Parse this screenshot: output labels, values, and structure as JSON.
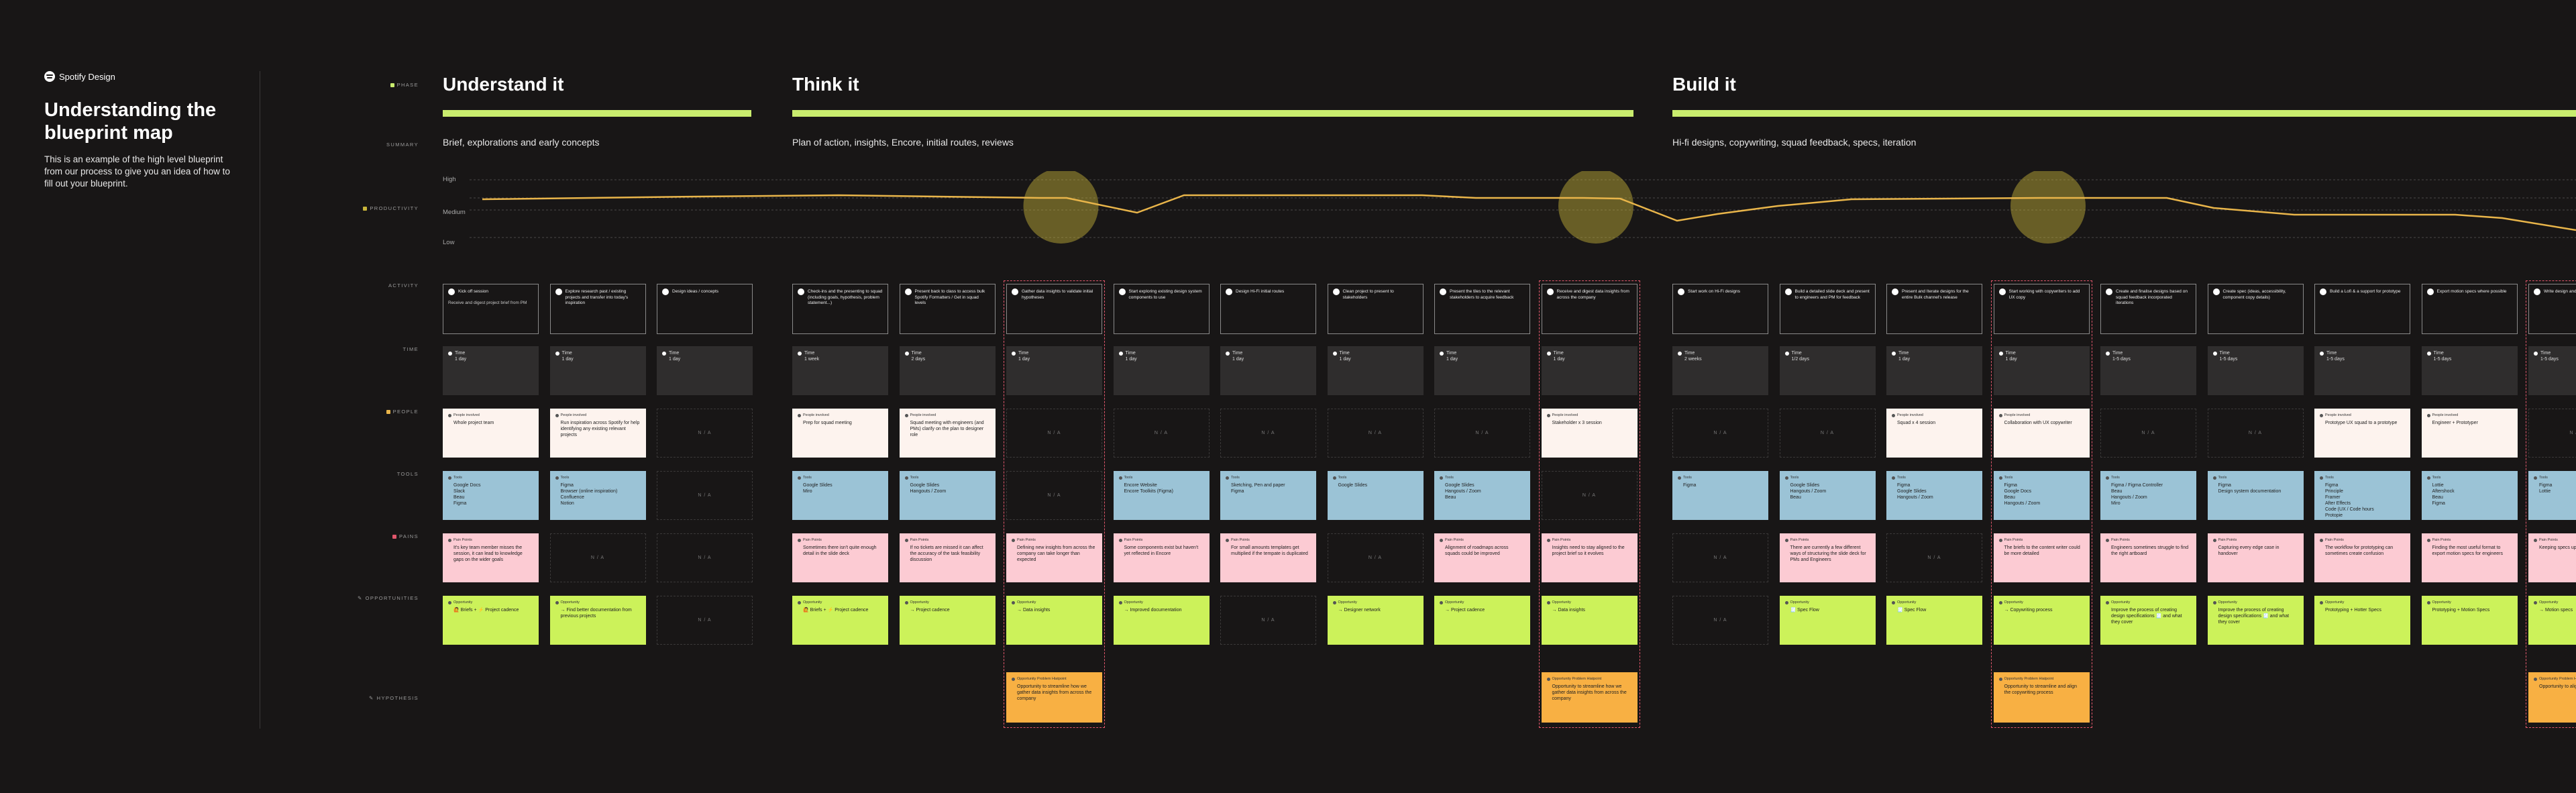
{
  "sidebar": {
    "brand": "Spotify Design",
    "title": "Understanding the blueprint map",
    "intro": "This is an example of the high level blueprint from our process to give you an idea of how to fill out your blueprint."
  },
  "row_labels": {
    "phase": "Phase",
    "summary": "Summary",
    "productivity": "Productivity",
    "activity": "Activity",
    "time": "Time",
    "people": "People",
    "tools": "Tools",
    "pains": "Pains",
    "opportunities": "Opportunities",
    "hypothesis": "Hypothesis"
  },
  "phases": [
    {
      "title": "Understand it",
      "summary": "Brief, explorations and early concepts"
    },
    {
      "title": "Think it",
      "summary": "Plan of action, insights, Encore, initial routes, reviews"
    },
    {
      "title": "Build it",
      "summary": "Hi-fi designs, copywriting, squad feedback, specs, iteration"
    }
  ],
  "chart": {
    "levels": [
      "High",
      "Medium",
      "Low"
    ],
    "line_color": "#e9b54a",
    "dip_color": "#c9b53a"
  },
  "card_keys": {
    "time": "Time",
    "people": "People involved",
    "tools": "Tools",
    "pains": "Pain Points",
    "opps": "Opportunity",
    "hyp": "Opportunity Problem Hiatpoint"
  },
  "na_text": "N / A",
  "columns": [
    {
      "activity": "Kick off session",
      "activity_sub": "Receive and digest project brief from PM",
      "time": "1 day",
      "people": "Whole project team",
      "tools": "Google Docs\nSlack\nBeau\nFigma",
      "pains": "It's key team member misses the session, it can lead to knowledge gaps on the wider goals",
      "opps": "🙋 Briefs + ⚡ Project cadence"
    },
    {
      "activity": "Explore research past / existing projects and transfer into today's inspiration",
      "time": "1 day",
      "people": "Run inspiration across Spotify for help identifying any existing relevant projects",
      "tools": "Figma\nBrowser (online inspiration)\nConfluence\nNotion",
      "pains": null,
      "opps": "→ Find better documentation from previous projects"
    },
    {
      "activity": "Design ideas / concepts",
      "time": "1 day",
      "people": null,
      "tools": null,
      "pains": null,
      "opps": null
    },
    {
      "activity": "Check-ins and the presenting to squad (including goals, hypothesis, problem statement...)",
      "time": "1 week",
      "people": "Prep for squad meeting",
      "tools": "Google Slides\nMiro",
      "pains": "Sometimes there isn't quite enough detail in the slide deck",
      "opps": "🙋 Briefs + ⚡ Project cadence"
    },
    {
      "activity": "Present back to class to access bulk Spotify Formatters / Get in squad levels",
      "time": "2 days",
      "people": "Squad meeting with engineers (and PMs) clarify on the plan to designer role",
      "tools": "Google Slides\nHangouts / Zoom",
      "pains": "If no tickets are missed it can affect the accuracy of the task feasibility discussion",
      "opps": "→ Project cadence"
    },
    {
      "activity": "Gather data insights to validate initial hypotheses",
      "time": "1 day",
      "people": null,
      "tools": null,
      "pains": "Defining new insights from across the company can take longer than expected",
      "opps": "→ Data insights",
      "hyp": "Opportunity to streamline how we gather data insights from across the company"
    },
    {
      "activity": "Start exploring existing design system components to use",
      "time": "1 day",
      "people": null,
      "tools": "Encore Website\nEncore Toolkits (Figma)",
      "pains": "Some components exist but haven't yet reflected in Encore",
      "opps": "→ Improved documentation"
    },
    {
      "activity": "Design Hi-Fi initial routes",
      "time": "1 day",
      "people": null,
      "tools": "Sketching, Pen and paper\nFigma",
      "pains": "For small amounts templates get multiplied if the tempate is duplicated",
      "opps": null
    },
    {
      "activity": "Clean project to present to stakeholders",
      "time": "1 day",
      "people": null,
      "tools": "Google Slides",
      "pains": null,
      "opps": "→ Designer network"
    },
    {
      "activity": "Present the tiles to the relevant stakeholders to acquire feedback",
      "time": "1 day",
      "people": null,
      "tools": "Google Slides\nHangouts / Zoom\nBeau",
      "pains": "Alignment of roadmaps across squads could be improved",
      "opps": "→ Project cadence"
    },
    {
      "activity": "Receive and digest data insights from across the company",
      "time": "1 day",
      "people": "Stakeholder x 3 session",
      "tools": null,
      "pains": "Insights need to stay aligned to the project brief so it evolves",
      "opps": "→ Data insights",
      "hyp": "Opportunity to streamline how we gather data insights from across the company"
    },
    {
      "activity": "Start work on Hi-Fi designs",
      "time": "2 weeks",
      "people": null,
      "tools": "Figma",
      "pains": null,
      "opps": null
    },
    {
      "activity": "Build a detailed slide deck and present to engineers and PM for feedback",
      "time": "1/2 days",
      "people": null,
      "tools": "Google Slides\nHangouts / Zoom\nBeau",
      "pains": "There are currently a few different ways of structuring the slide deck for PMs and Engineers",
      "opps": "🧾 Spec Flow"
    },
    {
      "activity": "Present and Iterate designs for the entire Bulk channel's release",
      "time": "1 day",
      "people": "Squad x 4 session",
      "tools": "Figma\nGoogle Slides\nHangouts / Zoom",
      "pains": null,
      "opps": "🧾 Spec Flow"
    },
    {
      "activity": "Start working with copywriters to add UX copy",
      "time": "1 day",
      "people": "Collaboration with UX copywriter",
      "tools": "Figma\nGoogle Docs\nBeau\nHangouts / Zoom",
      "pains": "The briefs to the content writer could be more detailed",
      "opps": "→ Copywriting process",
      "hyp": "Opportunity to streamline and align the copywriting process"
    },
    {
      "activity": "Create and finalise designs based on squad feedback incorporated iterations",
      "time": "1-5 days",
      "people": null,
      "tools": "Figma / Figma Controller\nBeau\nHangouts / Zoom\nMiro",
      "pains": "Engineers sometimes struggle to find the right artboard",
      "opps": "Improve the process of creating design specifications 🧾 and what they cover"
    },
    {
      "activity": "Create spec (ideas, accessibility, component copy details)",
      "time": "1-5 days",
      "people": null,
      "tools": "Figma\nDesign system documentation",
      "pains": "Capturing every edge case in handover",
      "opps": "Improve the process of creating design specifications 🧾 and what they cover"
    },
    {
      "activity": "Build a Lofi & a support for prototype",
      "time": "1-5 days",
      "people": "Prototype UX squad to a prototype",
      "tools": "Figma\nPrinciple\nFramer\nAfter Effects\nCode (UX / Code hours\nProtopie",
      "pains": "The workflow for prototyping can sometimes create confusion",
      "opps": "Prototyping + Hotter Specs"
    },
    {
      "activity": "Export motion specs where possible",
      "time": "1-5 days",
      "people": "Engineer + Prototyper",
      "tools": "Lottie\nAftershock\nBeau\nFigma",
      "pains": "Finding the most useful format to export motion specs for engineers",
      "opps": "Prototyping + Motion Specs"
    },
    {
      "activity": "Write design and motion specs",
      "time": "1-5 days",
      "people": null,
      "tools": "Figma\nLottie",
      "pains": "Keeping specs up to date",
      "opps": "→ Motion specs",
      "hyp": "Opportunity to align the specs flow"
    }
  ]
}
